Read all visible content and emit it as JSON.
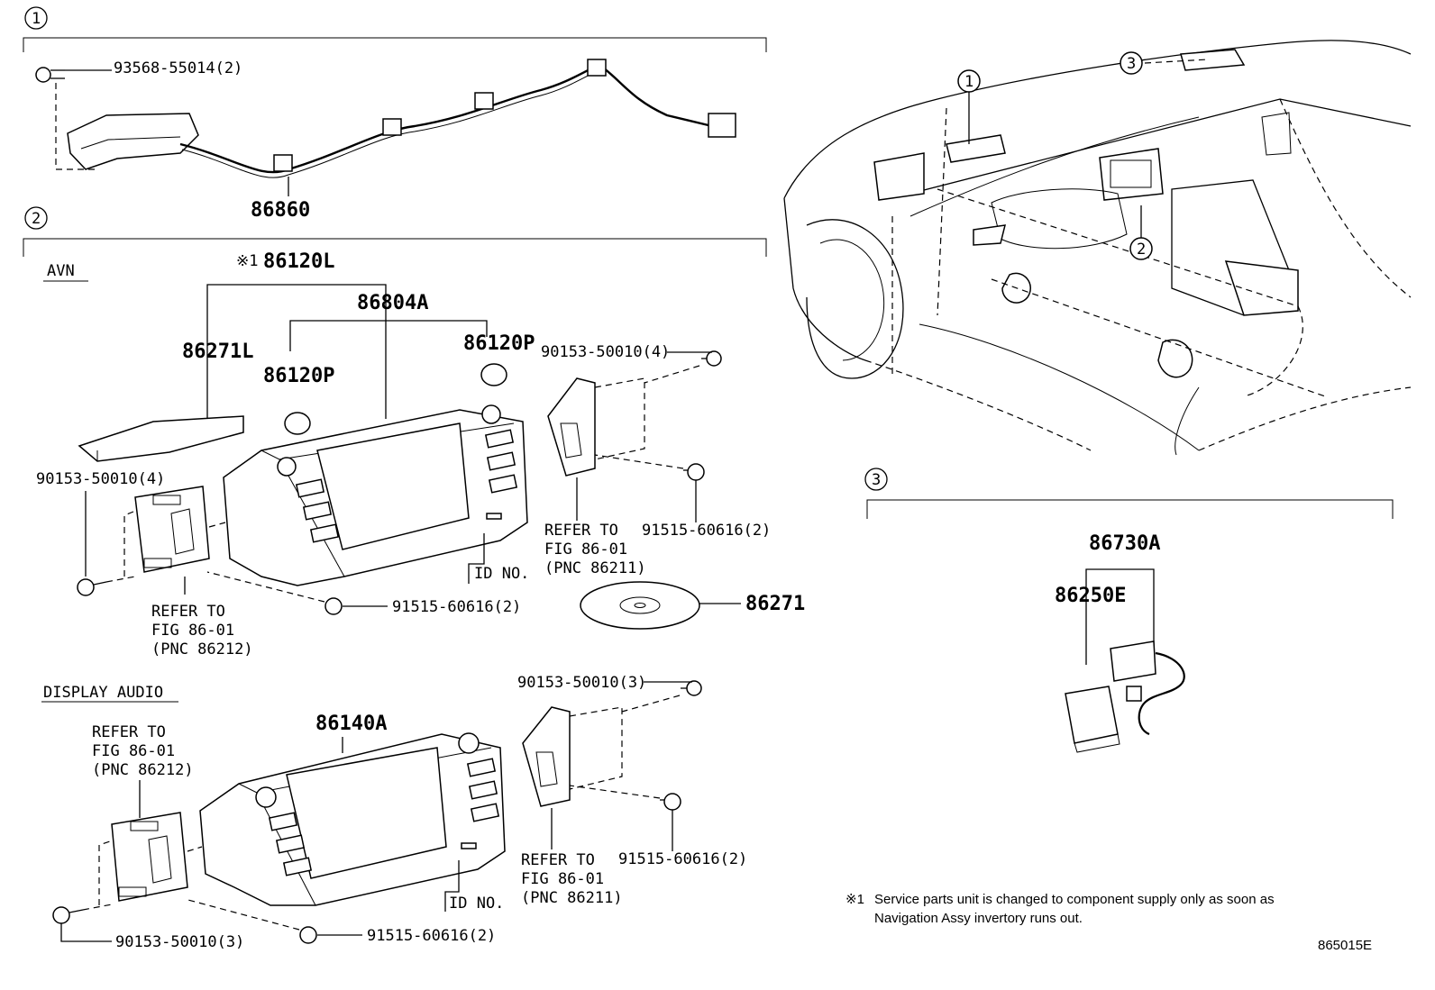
{
  "sections": [
    {
      "id": "1",
      "label": "1"
    },
    {
      "id": "2",
      "label": "2"
    },
    {
      "id": "3",
      "label": "3"
    }
  ],
  "groups": {
    "avn": "AVN",
    "display_audio": "DISPLAY AUDIO"
  },
  "parts": {
    "p93568": "93568-55014(2)",
    "p86860": "86860",
    "p86120L": "86120L",
    "note_mark": "※1",
    "p86804A": "86804A",
    "p86271L": "86271L",
    "p86120P_left": "86120P",
    "p86120P_right": "86120P",
    "p90153_avn_top": "90153-50010(4)",
    "p90153_avn_left": "90153-50010(4)",
    "p91515_avn_right": "91515-60616(2)",
    "p91515_avn_bottom": "91515-60616(2)",
    "p86271": "86271",
    "p86140A": "86140A",
    "p90153_da_top": "90153-50010(3)",
    "p91515_da_right": "91515-60616(2)",
    "p91515_da_bottom": "91515-60616(2)",
    "p90153_da_bottom": "90153-50010(3)",
    "p86730A": "86730A",
    "p86250E": "86250E"
  },
  "id_no": {
    "avn": "ID NO.",
    "da": "ID NO."
  },
  "refs": {
    "avn_right": {
      "l1": "REFER TO",
      "l2": "FIG 86-01",
      "l3": "(PNC 86211)"
    },
    "avn_left": {
      "l1": "REFER TO",
      "l2": "FIG 86-01",
      "l3": "(PNC 86212)"
    },
    "da_left": {
      "l1": "REFER TO",
      "l2": "FIG 86-01",
      "l3": "(PNC 86212)"
    },
    "da_right": {
      "l1": "REFER TO",
      "l2": "FIG 86-01",
      "l3": "(PNC 86211)"
    }
  },
  "footnote": {
    "mark": "※1",
    "line1": "Service parts unit is changed to component supply only as soon as",
    "line2": "Navigation Assy invertory runs out."
  },
  "figure_id": "865015E"
}
